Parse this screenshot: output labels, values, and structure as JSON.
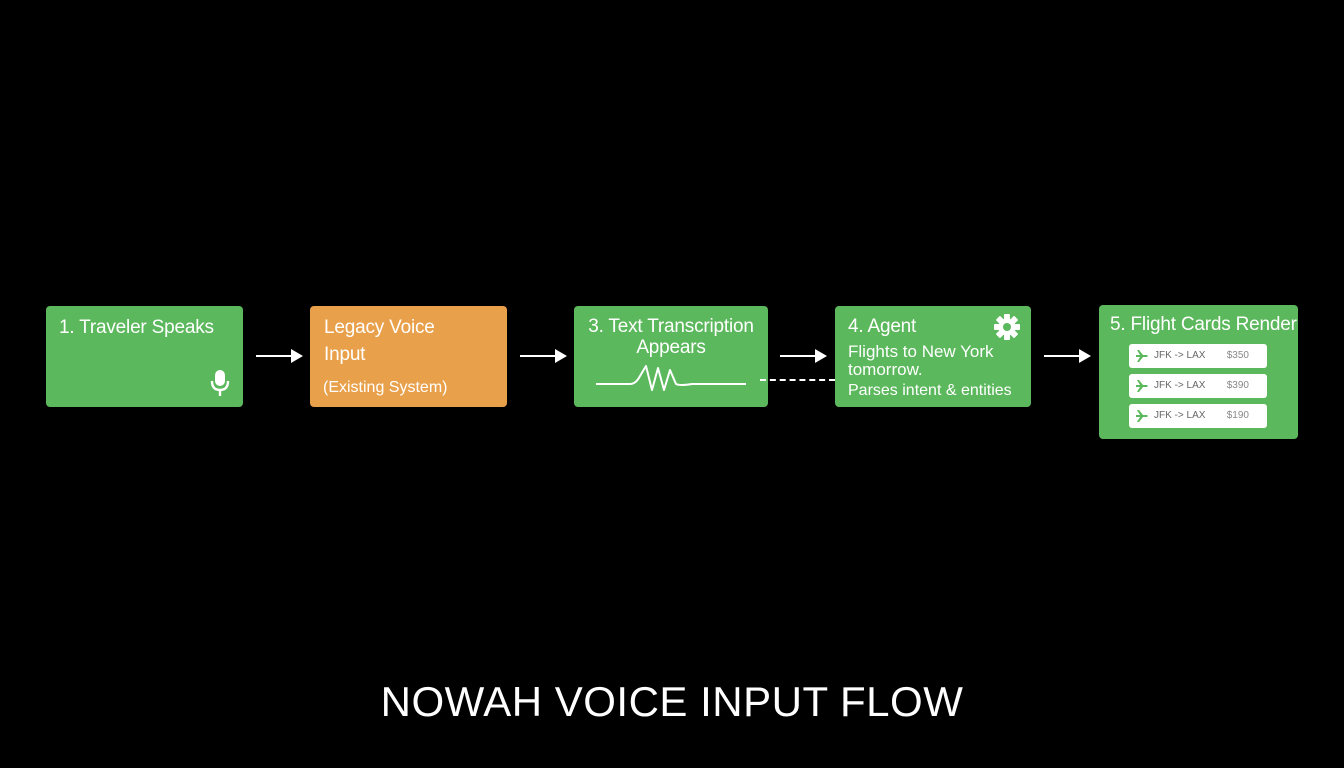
{
  "steps": [
    {
      "title": "1. Traveler Speaks",
      "icon": "microphone-icon"
    },
    {
      "title_line1": "Legacy Voice",
      "title_line2": "Input",
      "subtitle": "(Existing System)"
    },
    {
      "title_line1": "3. Text Transcription",
      "title_line2": "Appears",
      "icon": "waveform-icon"
    },
    {
      "title": "4. Agent",
      "line1": "Flights to New York",
      "line2": "tomorrow.",
      "line3": "Parses intent & entities",
      "icon": "gear-icon"
    },
    {
      "title": "5. Flight Cards Render",
      "cards": [
        {
          "route": "JFK -> LAX",
          "price": "$350"
        },
        {
          "route": "JFK -> LAX",
          "price": "$390"
        },
        {
          "route": "JFK -> LAX",
          "price": "$190"
        }
      ]
    }
  ],
  "footer": {
    "title": "NOWAH VOICE INPUT FLOW"
  },
  "colors": {
    "background": "#000000",
    "step_green": "#5cb85c",
    "step_orange": "#e9a04a",
    "text": "#ffffff"
  }
}
